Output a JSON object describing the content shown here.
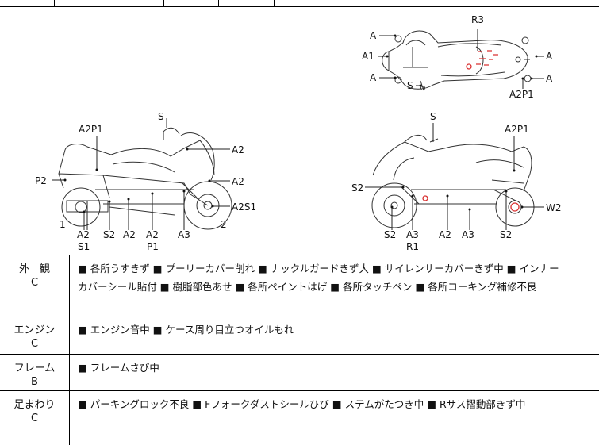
{
  "diagram": {
    "top_view": {
      "labels": [
        "A",
        "A1",
        "A",
        "S",
        "R3",
        "A",
        "A",
        "A2P1"
      ]
    },
    "left_view": {
      "labels": [
        "S",
        "A2P1",
        "A2",
        "P2",
        "A2",
        "A2S1",
        "1",
        "2",
        "A2",
        "S1",
        "S2",
        "A2",
        "A2",
        "P1",
        "A3"
      ]
    },
    "right_view": {
      "labels": [
        "S",
        "A2P1",
        "S2",
        "W2",
        "S2",
        "A3",
        "R1",
        "A2",
        "A3",
        "S2"
      ]
    }
  },
  "inspection": [
    {
      "name": "外　観",
      "grade": "C",
      "lines": [
        "■ 各所うすきず ■ プーリーカバー削れ ■ ナックルガードきず大 ■ サイレンサーカバーきず中 ■ インナー",
        "カバーシール貼付 ■ 樹脂部色あせ ■ 各所ペイントはげ ■ 各所タッチペン ■ 各所コーキング補修不良"
      ]
    },
    {
      "name": "エンジン",
      "grade": "C",
      "lines": [
        "■ エンジン音中 ■ ケース周り目立つオイルもれ"
      ]
    },
    {
      "name": "フレーム",
      "grade": "B",
      "lines": [
        "■ フレームさび中"
      ]
    },
    {
      "name": "足まわり",
      "grade": "C",
      "lines": [
        "■ パーキングロック不良 ■ Fフォークダストシールひび ■ ステムがたつき中 ■ Rサス摺動部きず中"
      ]
    }
  ]
}
